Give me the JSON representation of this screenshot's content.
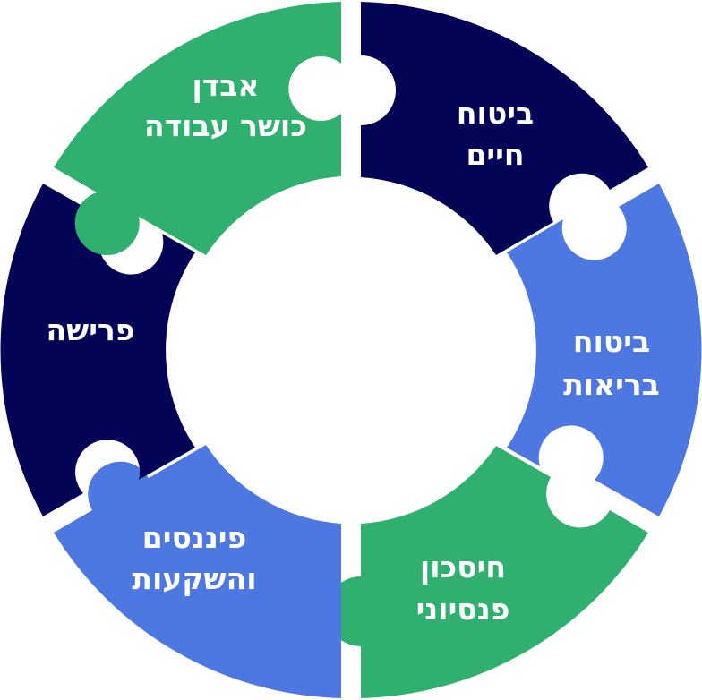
{
  "diagram": {
    "colors": {
      "green": "#2fb06f",
      "navy": "#040456",
      "blue": "#4d78e1",
      "gap": "#ffffff"
    },
    "segments": [
      {
        "id": "life-insurance",
        "color": "navy",
        "line1": "ביטוח",
        "line2": "חיים"
      },
      {
        "id": "health-insurance",
        "color": "blue",
        "line1": "ביטוח",
        "line2": "בריאות"
      },
      {
        "id": "pension-savings",
        "color": "green",
        "line1": "חיסכון",
        "line2": "פנסיוני"
      },
      {
        "id": "finance-investments",
        "color": "blue",
        "line1": "פיננסים",
        "line2": "והשקעות"
      },
      {
        "id": "retirement",
        "color": "navy",
        "line1": "פרישה",
        "line2": ""
      },
      {
        "id": "work-capacity-loss",
        "color": "green",
        "line1": "אבדן",
        "line2": "כושר עבודה"
      }
    ]
  }
}
